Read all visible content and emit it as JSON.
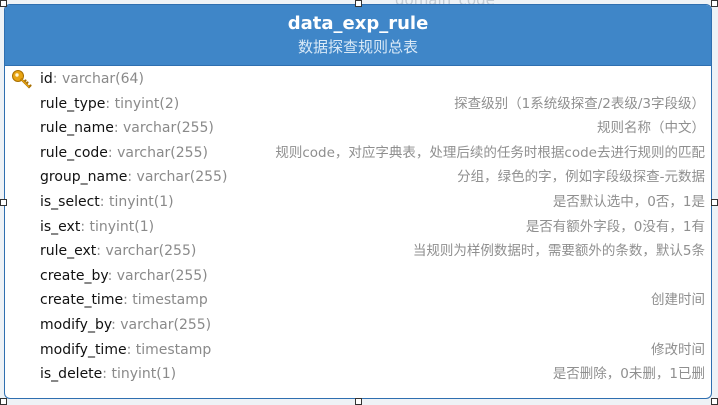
{
  "background_text": "domain_code",
  "table": {
    "name": "data_exp_rule",
    "comment": "数据探查规则总表"
  },
  "columns": [
    {
      "name": "id",
      "type": ": varchar(64)",
      "comment": "",
      "pk": true
    },
    {
      "name": "rule_type",
      "type": ": tinyint(2)",
      "comment": "探查级别（1系统级探查/2表级/3字段级）"
    },
    {
      "name": "rule_name",
      "type": ": varchar(255)",
      "comment": "规则名称（中文）"
    },
    {
      "name": "rule_code",
      "type": ": varchar(255)",
      "comment": "规则code，对应字典表，处理后续的任务时根据code去进行规则的匹配"
    },
    {
      "name": "group_name",
      "type": ": varchar(255)",
      "comment": "分组，绿色的字，例如字段级探查-元数据"
    },
    {
      "name": "is_select",
      "type": ": tinyint(1)",
      "comment": "是否默认选中，0否，1是"
    },
    {
      "name": "is_ext",
      "type": ": tinyint(1)",
      "comment": "是否有额外字段，0没有，1有"
    },
    {
      "name": "rule_ext",
      "type": ": varchar(255)",
      "comment": "当规则为样例数据时，需要额外的条数，默认5条"
    },
    {
      "name": "create_by",
      "type": ": varchar(255)",
      "comment": ""
    },
    {
      "name": "create_time",
      "type": ": timestamp",
      "comment": "创建时间"
    },
    {
      "name": "modify_by",
      "type": ": varchar(255)",
      "comment": ""
    },
    {
      "name": "modify_time",
      "type": ": timestamp",
      "comment": "修改时间"
    },
    {
      "name": "is_delete",
      "type": ": tinyint(1)",
      "comment": "是否删除，0未删，1已删"
    }
  ],
  "colors": {
    "header": "#3f86c8",
    "border": "#2f6fb0",
    "key_icon": "#e8a412"
  },
  "icons": {
    "primary_key": "key-icon"
  }
}
